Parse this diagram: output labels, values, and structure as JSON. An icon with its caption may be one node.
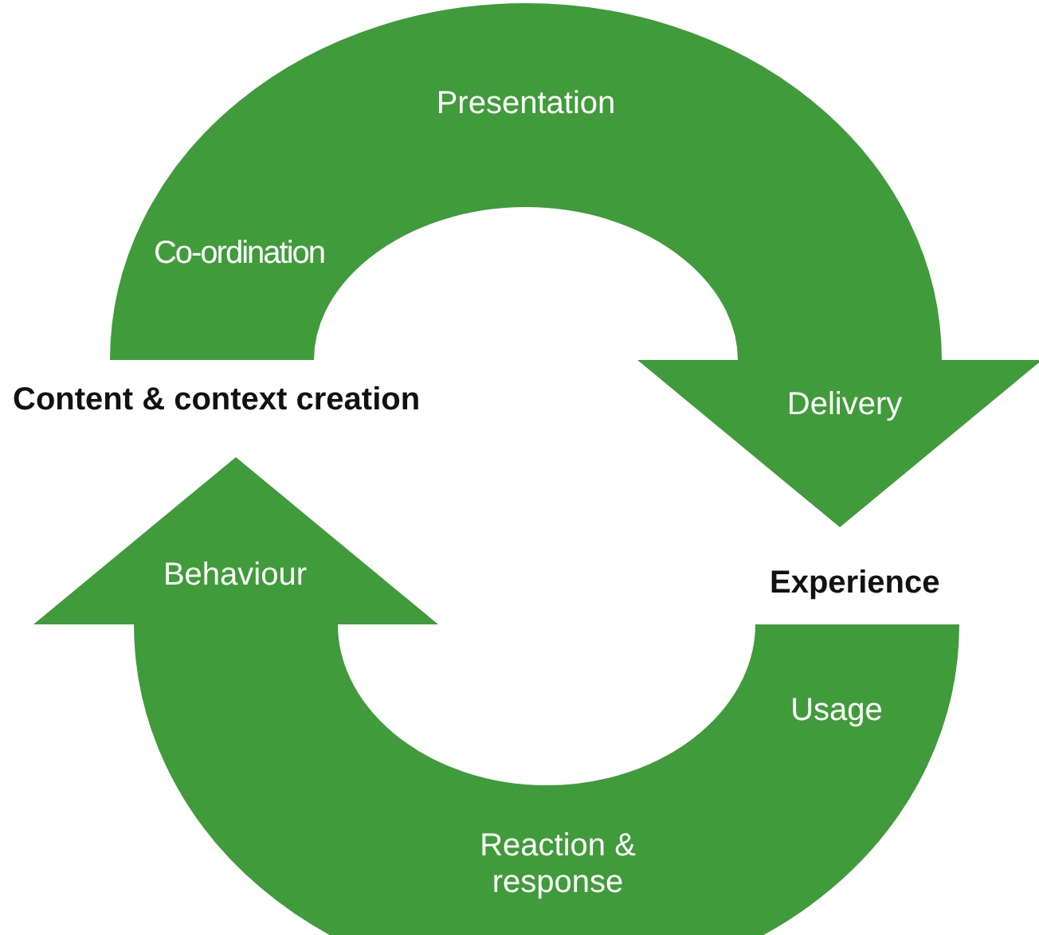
{
  "diagram": {
    "nodes": [
      {
        "text": [
          "Content & context creation"
        ]
      },
      {
        "text": [
          "Experience"
        ]
      }
    ],
    "edges": [
      {
        "from": 0,
        "to": 1,
        "arrow": "to"
      },
      {
        "from": 1,
        "to": 0,
        "arrow": "to"
      }
    ],
    "labels": [
      "Presentation",
      "Co-ordination",
      "Delivery",
      "Behaviour",
      "Usage",
      "Reaction & response"
    ]
  }
}
